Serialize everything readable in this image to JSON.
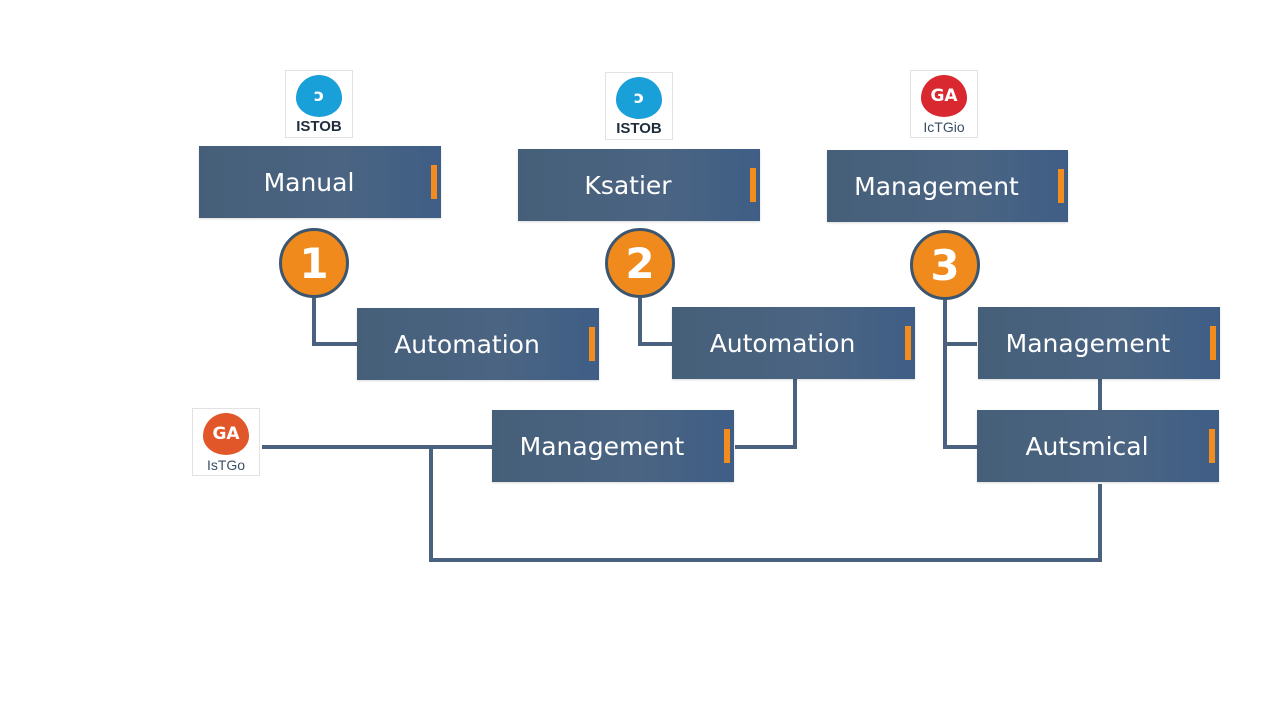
{
  "columns": [
    {
      "logo": {
        "emblem": "ↄ",
        "caption": "ISTOB",
        "color": "#1aa0d8"
      },
      "top_label": "Manual",
      "step": "1",
      "sub_label": "Automation"
    },
    {
      "logo": {
        "emblem": "ↄ",
        "caption": "ISTOB",
        "color": "#1aa0d8"
      },
      "top_label": "Ksatier",
      "step": "2",
      "sub_label": "Automation"
    },
    {
      "logo": {
        "emblem": "GA",
        "caption": "IcTGio",
        "color": "#d9282f"
      },
      "top_label": "Management",
      "step": "3",
      "sub_label": "Management"
    }
  ],
  "middle_box": "Management",
  "right_lower_box": "Autsmical",
  "left_logo": {
    "emblem": "GA",
    "caption": "IsTGo",
    "color": "#e2572a"
  },
  "colors": {
    "box": "#4a6482",
    "accent": "#f28c1e",
    "step": "#f08a1c",
    "line": "#3d5670"
  }
}
